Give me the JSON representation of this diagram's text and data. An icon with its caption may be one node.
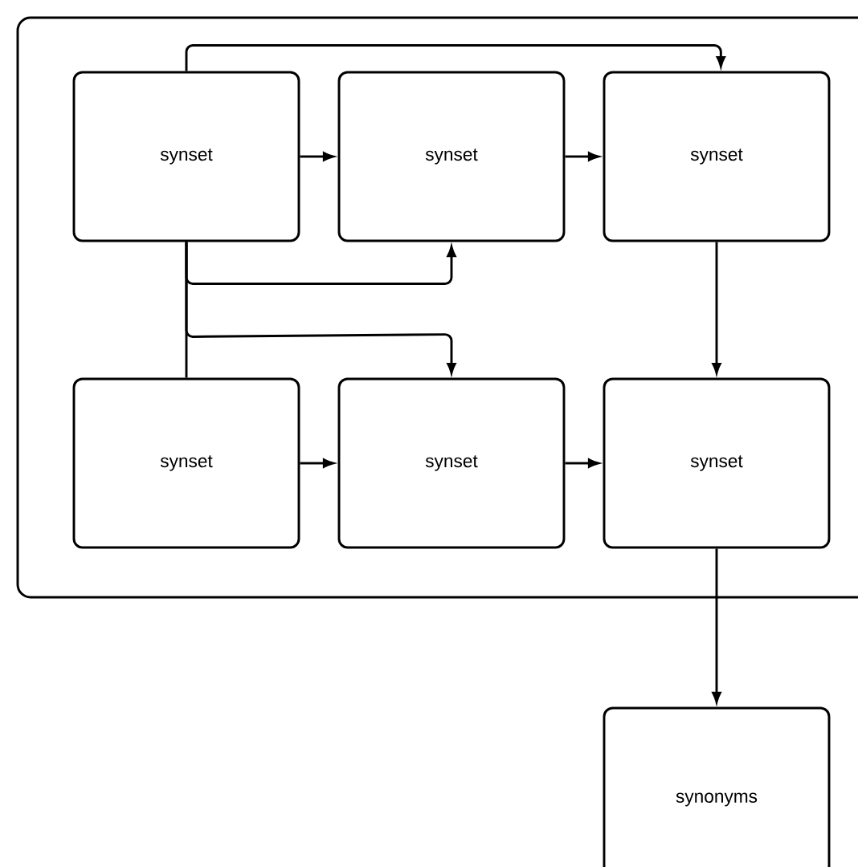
{
  "diagram": {
    "nodes": [
      {
        "text": [],
        "shape": "box"
      },
      {
        "text": [
          "synset"
        ],
        "in": 0
      },
      {
        "text": [
          "synset"
        ],
        "in": 0
      },
      {
        "text": [
          "synset"
        ],
        "in": 0
      },
      {
        "text": [
          "synset"
        ],
        "in": 0
      },
      {
        "text": [
          "synset"
        ],
        "in": 0
      },
      {
        "text": [
          "synset"
        ],
        "in": 0
      },
      {
        "text": [
          "synonyms"
        ]
      }
    ],
    "edges": [
      {
        "from": 1,
        "to": 2,
        "arrow": "to"
      },
      {
        "from": 2,
        "to": 3,
        "arrow": "to"
      },
      {
        "from": 1,
        "to": 3,
        "arrow": "to"
      },
      {
        "from": 1,
        "to": 4,
        "arrow": "none"
      },
      {
        "from": 1,
        "to": 2,
        "arrow": "to"
      },
      {
        "from": 1,
        "to": 5,
        "arrow": "to"
      },
      {
        "from": 4,
        "to": 5,
        "arrow": "to"
      },
      {
        "from": 5,
        "to": 6,
        "arrow": "to"
      },
      {
        "from": 3,
        "to": 6,
        "arrow": "to"
      },
      {
        "from": 6,
        "to": 7,
        "arrow": "to"
      }
    ]
  }
}
